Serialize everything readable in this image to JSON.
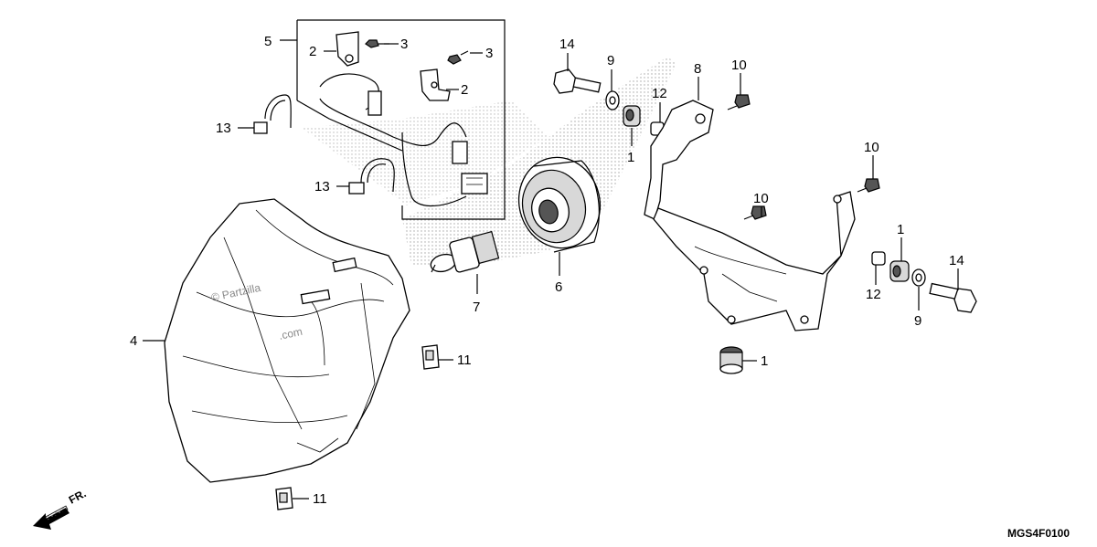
{
  "diagram": {
    "callouts": [
      {
        "id": "c-5",
        "text": "5"
      },
      {
        "id": "c-2a",
        "text": "2"
      },
      {
        "id": "c-3a",
        "text": "3"
      },
      {
        "id": "c-3b",
        "text": "3"
      },
      {
        "id": "c-2b",
        "text": "2"
      },
      {
        "id": "c-13a",
        "text": "13"
      },
      {
        "id": "c-13b",
        "text": "13"
      },
      {
        "id": "c-4",
        "text": "4"
      },
      {
        "id": "c-7",
        "text": "7"
      },
      {
        "id": "c-6",
        "text": "6"
      },
      {
        "id": "c-11a",
        "text": "11"
      },
      {
        "id": "c-11b",
        "text": "11"
      },
      {
        "id": "c-14a",
        "text": "14"
      },
      {
        "id": "c-9a",
        "text": "9"
      },
      {
        "id": "c-12a",
        "text": "12"
      },
      {
        "id": "c-1a",
        "text": "1"
      },
      {
        "id": "c-8",
        "text": "8"
      },
      {
        "id": "c-10a",
        "text": "10"
      },
      {
        "id": "c-10b",
        "text": "10"
      },
      {
        "id": "c-10c",
        "text": "10"
      },
      {
        "id": "c-1b",
        "text": "1"
      },
      {
        "id": "c-12b",
        "text": "12"
      },
      {
        "id": "c-9b",
        "text": "9"
      },
      {
        "id": "c-14b",
        "text": "14"
      },
      {
        "id": "c-1c",
        "text": "1"
      }
    ],
    "watermark_1": "© Partzilla",
    "watermark_2": ".com",
    "direction_label": "FR.",
    "diagram_code": "MGS4F0100"
  }
}
